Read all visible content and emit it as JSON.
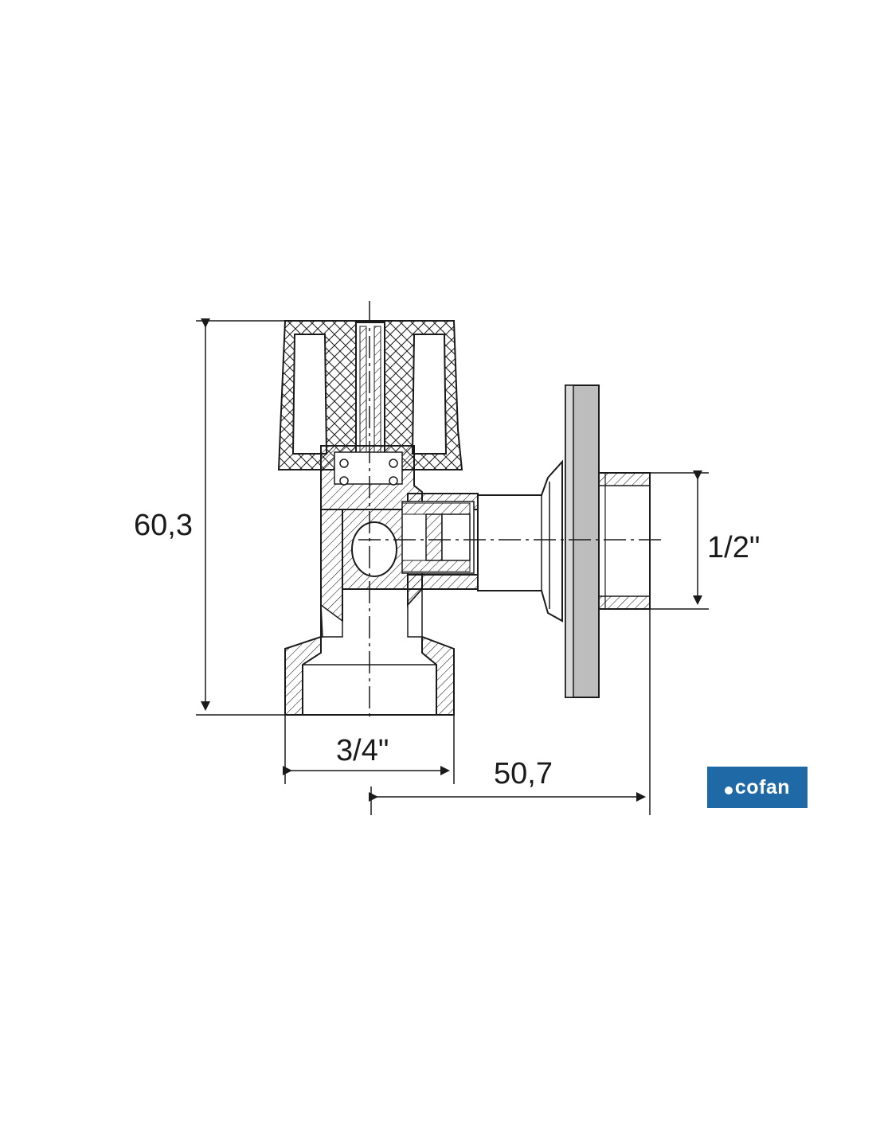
{
  "dimensions": {
    "height": "60,3",
    "inlet": "3/4\"",
    "outlet": "1/2\"",
    "length": "50,7"
  },
  "logo": {
    "text": "cofan",
    "color": "#1f6aa6"
  },
  "colors": {
    "line": "#1a1a1a",
    "flange": "#bdbdbd"
  }
}
